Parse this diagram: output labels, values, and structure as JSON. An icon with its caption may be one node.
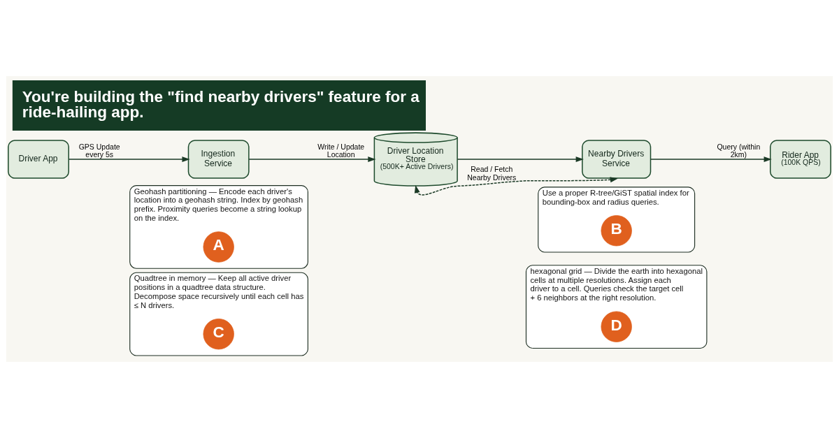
{
  "diagram": {
    "title": "You're building the \"find nearby drivers\" feature for a ride-hailing app.",
    "nodes": [
      {
        "text": [
          "Driver App"
        ]
      },
      {
        "text": [
          "Ingestion Service"
        ]
      },
      {
        "text": [
          "Driver Location Store",
          "(500K+ Active Drivers)"
        ]
      },
      {
        "text": [
          "Nearby Drivers Service"
        ]
      },
      {
        "text": [
          "Rider App",
          "(100K QPS)"
        ]
      },
      {
        "text": [
          "Geohash partitioning — Encode each driver's location into a geohash string. Index by geohash prefix. Proximity queries become a string lookup on the index."
        ]
      },
      {
        "text": [
          "A"
        ],
        "in": 5
      },
      {
        "text": [
          "Use a proper R-tree/GiST spatial index for bounding-box and radius queries."
        ]
      },
      {
        "text": [
          "B"
        ],
        "in": 7
      },
      {
        "text": [
          "Quadtree in memory — Keep all active driver positions in a quadtree data structure. Decompose space recursively until each cell has ≤ N drivers."
        ]
      },
      {
        "text": [
          "C"
        ],
        "in": 9
      },
      {
        "text": [
          "hexagonal grid — Divide the earth into hexagonal cells at multiple resolutions. Assign each driver to a cell. Queries check the target cell + 6 neighbors at the right resolution."
        ]
      },
      {
        "text": [
          "D"
        ],
        "in": 11
      }
    ],
    "edges": [
      {
        "from": 0,
        "to": 1,
        "arrow": "to",
        "label": "GPS Update every 5s"
      },
      {
        "from": 1,
        "to": 2,
        "arrow": "to",
        "label": "Write / Update Location"
      },
      {
        "from": 2,
        "to": 3,
        "arrow": "to"
      },
      {
        "from": 3,
        "to": 4,
        "arrow": "to",
        "label": "Query (within 2km)"
      },
      {
        "from": 3,
        "to": 2,
        "arrow": "both",
        "style": "dashed",
        "label": "Read / Fetch Nearby Drivers"
      }
    ]
  }
}
